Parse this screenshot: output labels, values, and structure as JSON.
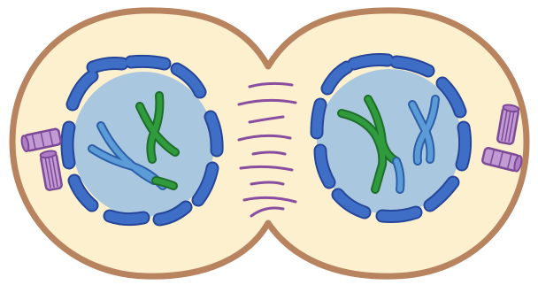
{
  "colors": {
    "cytoplasm": "#fdf0cf",
    "cell_membrane": "#b8835f",
    "nucleoplasm": "#a9c7df",
    "nuclear_envelope_fill": "#3f6ec6",
    "nuclear_envelope_stroke": "#26469a",
    "chromosome_blue": "#5b9bd8",
    "chromosome_blue_outline": "#2d5fa8",
    "chromosome_green": "#2f9b3d",
    "chromosome_green_outline": "#1e6e29",
    "centriole": "#c29ad4",
    "centriole_outline": "#7c4a96",
    "spindle_fibers": "#8a4ea0"
  },
  "cells": [
    {
      "side": "left",
      "nuclear_envelope_fragments": 10,
      "chromosomes": [
        {
          "color": "blue"
        },
        {
          "color": "green"
        }
      ],
      "centrioles": 2
    },
    {
      "side": "right",
      "nuclear_envelope_fragments": 10,
      "chromosomes": [
        {
          "color": "blue"
        },
        {
          "color": "green"
        }
      ],
      "centrioles": 2
    }
  ],
  "spindle_fibers_count": 9
}
